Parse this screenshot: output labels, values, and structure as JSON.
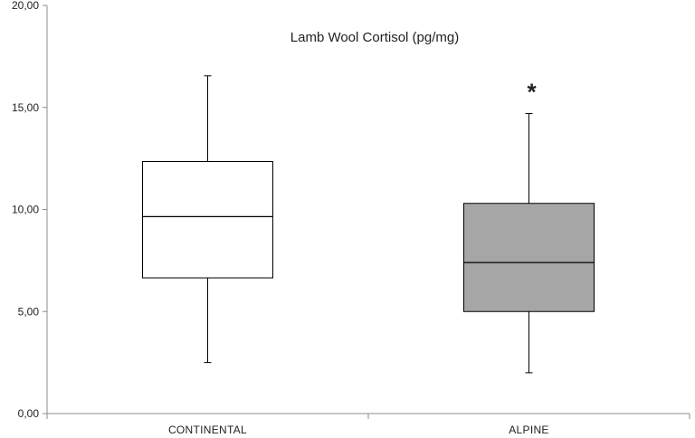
{
  "chart_data": {
    "type": "boxplot",
    "title": "Lamb Wool Cortisol (pg/mg)",
    "xlabel": "",
    "ylabel": "",
    "ylim": [
      0,
      20
    ],
    "yticks": [
      "0,00",
      "5,00",
      "10,00",
      "15,00",
      "20,00"
    ],
    "ytick_values": [
      0,
      5,
      10,
      15,
      20
    ],
    "grid": false,
    "categories": [
      "CONTINENTAL",
      "ALPINE"
    ],
    "boxes": [
      {
        "category": "CONTINENTAL",
        "min": 2.5,
        "q1": 6.65,
        "median": 9.65,
        "q3": 12.35,
        "max": 16.55,
        "fill": "#ffffff",
        "annotation": ""
      },
      {
        "category": "ALPINE",
        "min": 2.0,
        "q1": 5.0,
        "median": 7.4,
        "q3": 10.3,
        "max": 14.7,
        "fill": "#a6a6a6",
        "annotation": "*"
      }
    ]
  },
  "colors": {
    "axis": "#8c8c8c",
    "stroke": "#000000",
    "text": "#222222"
  }
}
